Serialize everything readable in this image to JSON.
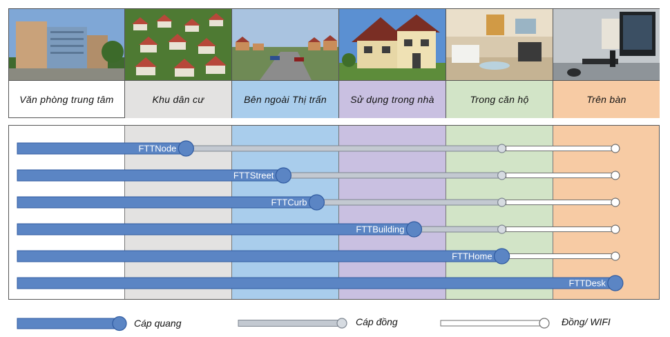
{
  "zones": [
    {
      "label": "Văn phòng trung tâm",
      "color": "#ffffff"
    },
    {
      "label": "Khu dân cư",
      "color": "#e3e2e1"
    },
    {
      "label": "Bên ngoài Thị trấn",
      "color": "#a9cdec"
    },
    {
      "label": "Sử dụng trong nhà",
      "color": "#c9c0e1"
    },
    {
      "label": "Trong căn hộ",
      "color": "#d2e4c7"
    },
    {
      "label": "Trên bàn",
      "color": "#f7cba4"
    }
  ],
  "photos": [
    {
      "name": "office-building-photo",
      "sky": "#6f9fd2",
      "ground": "#3f6a2e"
    },
    {
      "name": "residential-area-photo",
      "sky": "#4f7a2e",
      "ground": "#9a5a3a"
    },
    {
      "name": "town-outskirts-photo",
      "sky": "#8fb0d6",
      "ground": "#7a7a7a"
    },
    {
      "name": "house-photo",
      "sky": "#5a8fd0",
      "ground": "#5f8a3a"
    },
    {
      "name": "apartment-interior-photo",
      "sky": "#d9cbb5",
      "ground": "#c8b89c"
    },
    {
      "name": "desk-computer-photo",
      "sky": "#b9bfc4",
      "ground": "#6b7075"
    }
  ],
  "rows": [
    {
      "name": "FTTNode",
      "fiber_end_zone": 1.57,
      "copper_end_zone": 4.52,
      "wifi_end_zone": 5.58
    },
    {
      "name": "FTTStreet",
      "fiber_end_zone": 2.48,
      "copper_end_zone": 4.52,
      "wifi_end_zone": 5.58
    },
    {
      "name": "FTTCurb",
      "fiber_end_zone": 2.79,
      "copper_end_zone": 4.52,
      "wifi_end_zone": 5.58
    },
    {
      "name": "FTTBuilding",
      "fiber_end_zone": 3.7,
      "copper_end_zone": 4.52,
      "wifi_end_zone": 5.58
    },
    {
      "name": "FTTHome",
      "fiber_end_zone": 4.52,
      "copper_end_zone": null,
      "wifi_end_zone": 5.58
    },
    {
      "name": "FTTDesk",
      "fiber_end_zone": 5.58,
      "copper_end_zone": null,
      "wifi_end_zone": null
    }
  ],
  "legend": {
    "fiber": "Cáp quang",
    "copper": "Cáp đồng",
    "wifi": "Đồng/ WIFI"
  },
  "colors": {
    "fiber": "#5b85c4",
    "fiber_stroke": "#2f5aa0",
    "copper": "#c3c9d1",
    "copper_stroke": "#7d8590",
    "wifi": "#ffffff",
    "wifi_stroke": "#6d6d6d"
  }
}
